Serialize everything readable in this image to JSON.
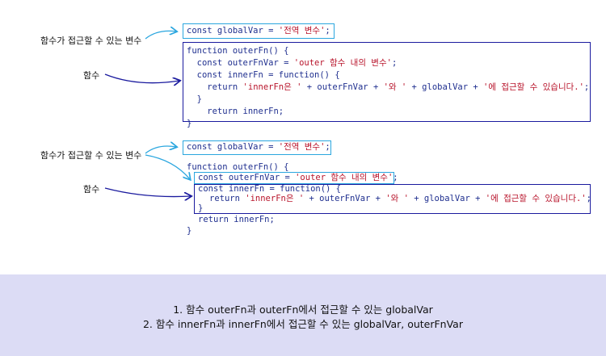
{
  "labels": {
    "closure_var_1": "함수가 접근할 수 있는 변수",
    "function_1": "함수",
    "closure_var_2": "함수가 접근할 수 있는 변수",
    "function_2": "함수"
  },
  "code_block_1": {
    "global_line": [
      "const globalVar = ",
      "'전역 변수'",
      ";"
    ],
    "fn_lines": [
      [
        "function outerFn() {",
        "",
        ""
      ],
      [
        "  const outerFnVar = ",
        "'outer 함수 내의 변수'",
        ";"
      ],
      [
        "  const innerFn = function() {",
        "",
        ""
      ],
      [
        "    return ",
        "'innerFn은 '",
        " + outerFnVar + "
      ],
      [
        "  }",
        "",
        ""
      ],
      [
        "    return innerFn;",
        "",
        ""
      ],
      [
        "}",
        "",
        ""
      ]
    ],
    "return_tail": [
      "'와 '",
      " + globalVar + ",
      "'에 접근할 수 있습니다.'",
      ";"
    ]
  },
  "code_block_2": {
    "global_line": [
      "const globalVar = ",
      "'전역 변수'",
      ";"
    ],
    "outer_open": "function outerFn() {",
    "outer_var": [
      "const outerFnVar = ",
      "'outer 함수 내의 변수'",
      ";"
    ],
    "inner_open": "const innerFn = function() {",
    "inner_return": [
      "return ",
      "'innerFn은 '",
      " + outerFnVar + ",
      "'와 '",
      " + globalVar + ",
      "'에 접근할 수 있습니다.'",
      ";"
    ],
    "inner_close": "}",
    "outer_return": "return innerFn;",
    "outer_close": "}"
  },
  "footer": {
    "line1": "1. 함수 outerFn과 outerFn에서 접근할 수 있는 globalVar",
    "line2": "2. 함수 innerFn과 innerFn에서 접근할 수 있는 globalVar, outerFnVar"
  },
  "colors": {
    "light_box": "#2aa6df",
    "dark_box": "#1a1a9e",
    "code_text": "#1f2f8f",
    "string_text": "#b8142b",
    "footer_bg": "#dcdcf5"
  }
}
